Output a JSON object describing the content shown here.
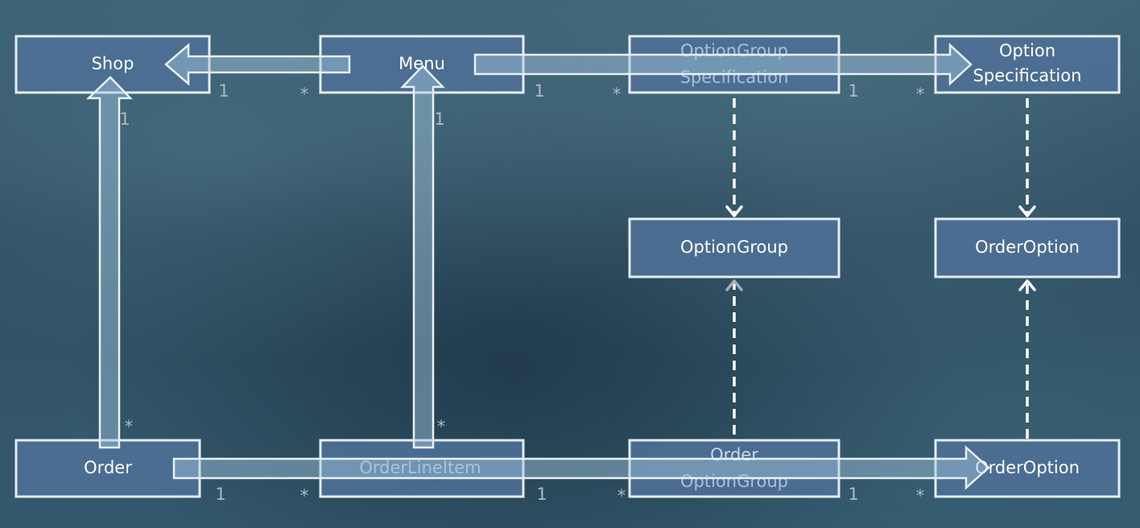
{
  "boxes": {
    "shop": {
      "lines": [
        "Shop"
      ]
    },
    "menu": {
      "lines": [
        "Menu"
      ]
    },
    "option_group_specification": {
      "lines": [
        "OptionGroup",
        "Specification"
      ]
    },
    "option_specification": {
      "lines": [
        "Option",
        "Specification"
      ]
    },
    "option_group": {
      "lines": [
        "OptionGroup"
      ]
    },
    "order_option_top": {
      "lines": [
        "OrderOption"
      ]
    },
    "order": {
      "lines": [
        "Order"
      ]
    },
    "order_line_item": {
      "lines": [
        "OrderLineItem"
      ]
    },
    "order_option_group": {
      "lines": [
        "Order",
        "OptionGroup"
      ]
    },
    "order_option_bottom": {
      "lines": [
        "OrderOption"
      ]
    }
  },
  "multiplicities": {
    "shop_menu_one": "1",
    "shop_menu_many": "*",
    "menu_ogs_one": "1",
    "menu_ogs_many": "*",
    "ogs_os_one": "1",
    "ogs_os_many": "*",
    "shop_order_one": "1",
    "shop_order_many": "*",
    "menu_oli_one": "1",
    "menu_oli_many": "*",
    "order_oli_one": "1",
    "order_oli_many": "*",
    "oli_oog_one": "1",
    "oli_oog_many": "*",
    "oog_oo_one": "1",
    "oog_oo_many": "*"
  },
  "colors": {
    "box_fill": "#4d6f95",
    "box_border": "#e4edf5",
    "arrow_fill": "rgba(165,200,225,0.45)",
    "arrow_stroke": "#e8f1f8",
    "multiplicity": "#aeb9c2",
    "background": "#2f5467"
  }
}
